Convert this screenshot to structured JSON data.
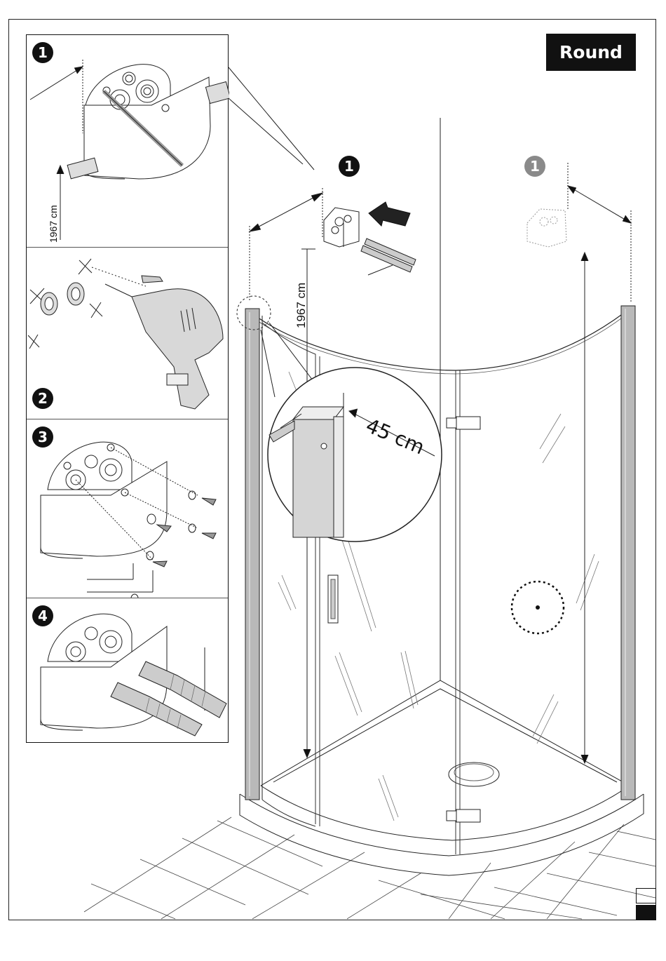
{
  "variant_label": "Round",
  "steps": [
    {
      "number": "1",
      "measure": "1967 cm"
    },
    {
      "number": "2"
    },
    {
      "number": "3"
    },
    {
      "number": "4"
    }
  ],
  "main": {
    "badge_installed": "1",
    "badge_mirrored": "1",
    "height_label": "1967 cm",
    "detail_label": "45 cm"
  },
  "colors": {
    "ink": "#111111",
    "profile": "#b9b9b9",
    "badge_muted": "#8a8a8a"
  }
}
